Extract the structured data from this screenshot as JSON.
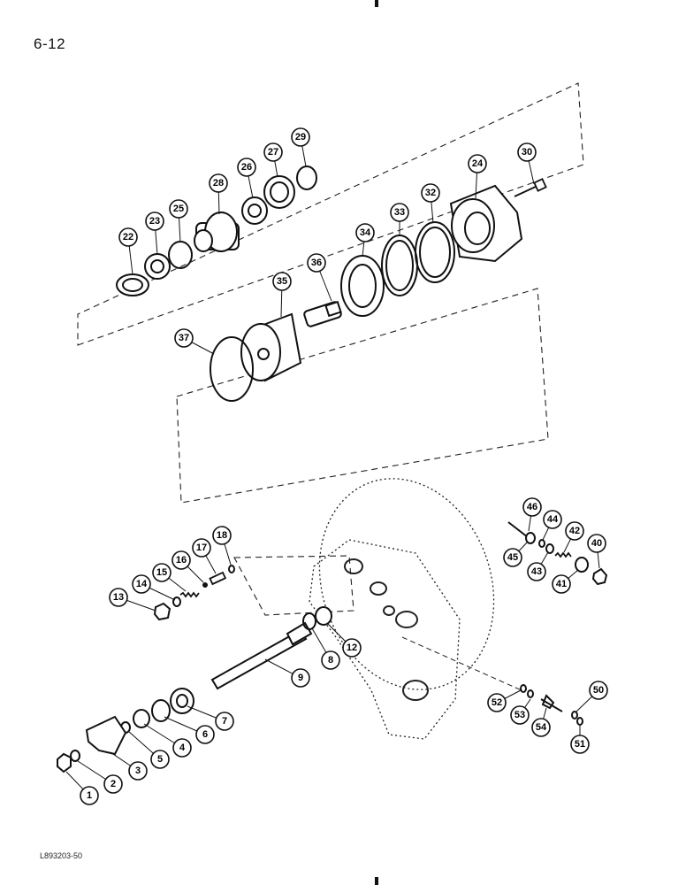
{
  "page": {
    "number": "6-12",
    "figure_code": "L893203-50"
  },
  "callouts": [
    "1",
    "2",
    "3",
    "4",
    "5",
    "6",
    "7",
    "8",
    "9",
    "12",
    "13",
    "14",
    "15",
    "16",
    "17",
    "18",
    "22",
    "23",
    "24",
    "25",
    "26",
    "27",
    "28",
    "29",
    "30",
    "32",
    "33",
    "34",
    "35",
    "36",
    "37",
    "40",
    "41",
    "42",
    "43",
    "44",
    "45",
    "46",
    "50",
    "51",
    "52",
    "53",
    "54"
  ]
}
